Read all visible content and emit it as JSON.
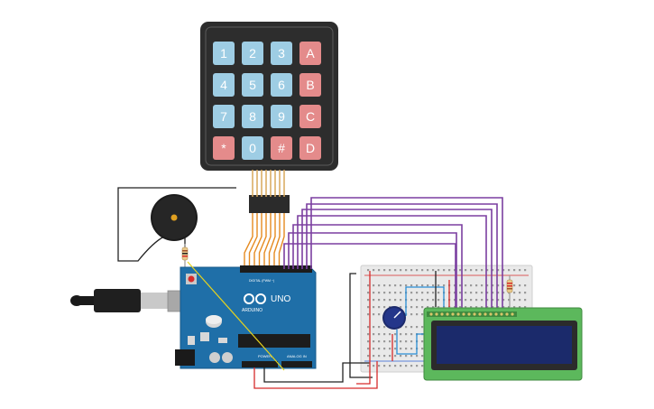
{
  "keypad": {
    "rows": [
      [
        {
          "label": "1",
          "kind": "num"
        },
        {
          "label": "2",
          "kind": "num"
        },
        {
          "label": "3",
          "kind": "num"
        },
        {
          "label": "A",
          "kind": "letter"
        }
      ],
      [
        {
          "label": "4",
          "kind": "num"
        },
        {
          "label": "5",
          "kind": "num"
        },
        {
          "label": "6",
          "kind": "num"
        },
        {
          "label": "B",
          "kind": "letter"
        }
      ],
      [
        {
          "label": "7",
          "kind": "num"
        },
        {
          "label": "8",
          "kind": "num"
        },
        {
          "label": "9",
          "kind": "num"
        },
        {
          "label": "C",
          "kind": "letter"
        }
      ],
      [
        {
          "label": "*",
          "kind": "letter"
        },
        {
          "label": "0",
          "kind": "num"
        },
        {
          "label": "#",
          "kind": "letter"
        },
        {
          "label": "D",
          "kind": "letter"
        }
      ]
    ]
  },
  "arduino": {
    "model": "UNO",
    "brand": "ARDUINO",
    "digital_label": "DIGITAL (PWM ~)",
    "power_label": "POWER",
    "analog_label": "ANALOG IN"
  },
  "colors": {
    "keypad_body": "#2d2d2d",
    "key_number": "#9ecde4",
    "key_letter": "#e48b8b",
    "arduino_board": "#1f6fa8",
    "lcd_board": "#5cb85c",
    "lcd_screen": "#1b2a6b",
    "wire_purple": "#7b3fa0",
    "wire_orange": "#e58a1f",
    "wire_red": "#d62b2b",
    "wire_black": "#222222",
    "wire_blue": "#2a8fd6",
    "wire_yellow": "#e5d21f",
    "breadboard": "#e9e9e9"
  }
}
